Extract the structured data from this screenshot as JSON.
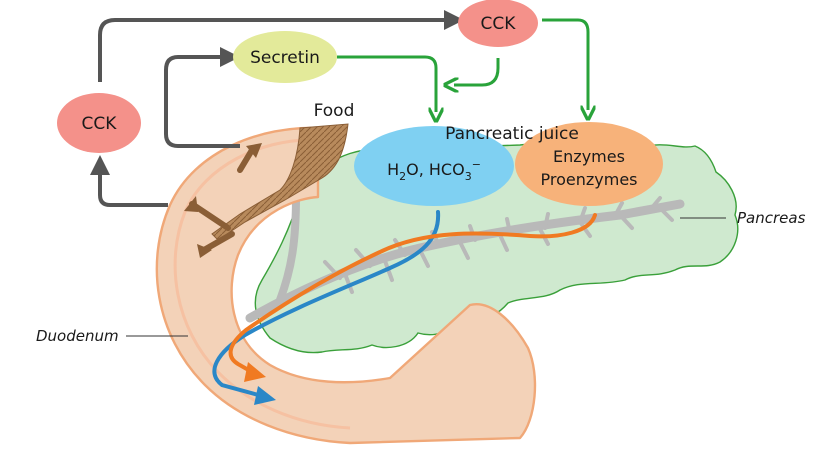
{
  "labels": {
    "cck_top": "CCK",
    "cck_left": "CCK",
    "secretin": "Secretin",
    "food": "Food",
    "pancreatic_juice": "Pancreatic juice",
    "bicarb_h": "H",
    "bicarb_2": "2",
    "bicarb_o": "O, HCO",
    "bicarb_3": "3",
    "bicarb_minus": "−",
    "enzymes": "Enzymes",
    "proenzymes": "Proenzymes",
    "pancreas": "Pancreas",
    "duodenum": "Duodenum"
  },
  "colors": {
    "cck_fill": "#f4918a",
    "secretin_fill": "#e3ea9a",
    "bicarb_fill": "#7fd0f2",
    "enzyme_fill": "#f7b27a",
    "pancreas_fill": "#cfe9cf",
    "pancreas_stroke": "#3aa03a",
    "duodenum_fill": "#f3d2b8",
    "duodenum_stroke": "#f0a878",
    "food_fill": "#a8794a",
    "gray_arrow": "#555555",
    "green_arrow": "#29a33a",
    "blue_flow": "#2a87c7",
    "orange_flow": "#f07a22",
    "duct": "#b9b9b9"
  }
}
